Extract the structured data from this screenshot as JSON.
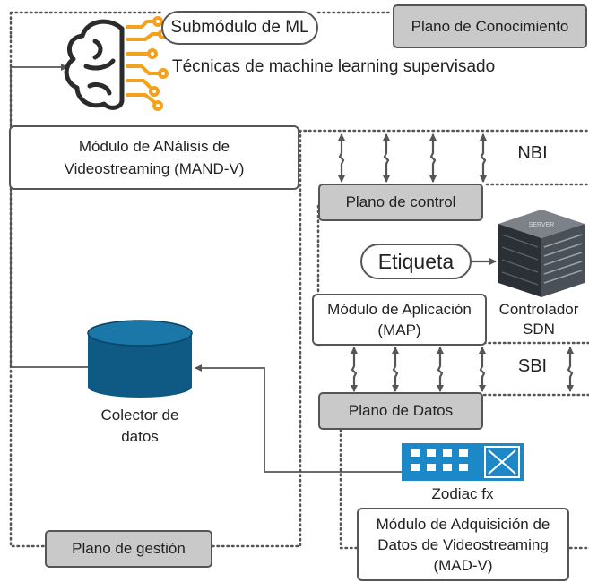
{
  "planes": {
    "knowledge": "Plano de Conocimiento",
    "control": "Plano de control",
    "data": "Plano de Datos",
    "management": "Plano de gestión"
  },
  "ml": {
    "submodule": "Submódulo de ML",
    "technique": "Técnicas de machine learning supervisado"
  },
  "modules": {
    "mand_v": "Módulo de ANálisis de\nVideostreaming (MAND-V)",
    "map": "Módulo de Aplicación\n(MAP)",
    "mad_v": "Módulo de Adquisición de\nDatos de Videostreaming\n(MAD-V)"
  },
  "tag": "Etiqueta",
  "controller": "Controlador\nSDN",
  "server_label": "SERVER",
  "interfaces": {
    "nbi": "NBI",
    "sbi": "SBI"
  },
  "switch": "Zodiac fx",
  "collector": "Colector de\ndatos",
  "colors": {
    "brain_dark": "#2b2b2b",
    "circuit": "#f2a21d",
    "database": "#0e5a84",
    "database_top": "#1b77a8",
    "switch": "#1d88c8",
    "gray_box": "#c9c9c9",
    "border": "#555555"
  },
  "icons": [
    "brain-icon",
    "circuit-icon",
    "server-icon",
    "database-icon",
    "switch-icon"
  ]
}
